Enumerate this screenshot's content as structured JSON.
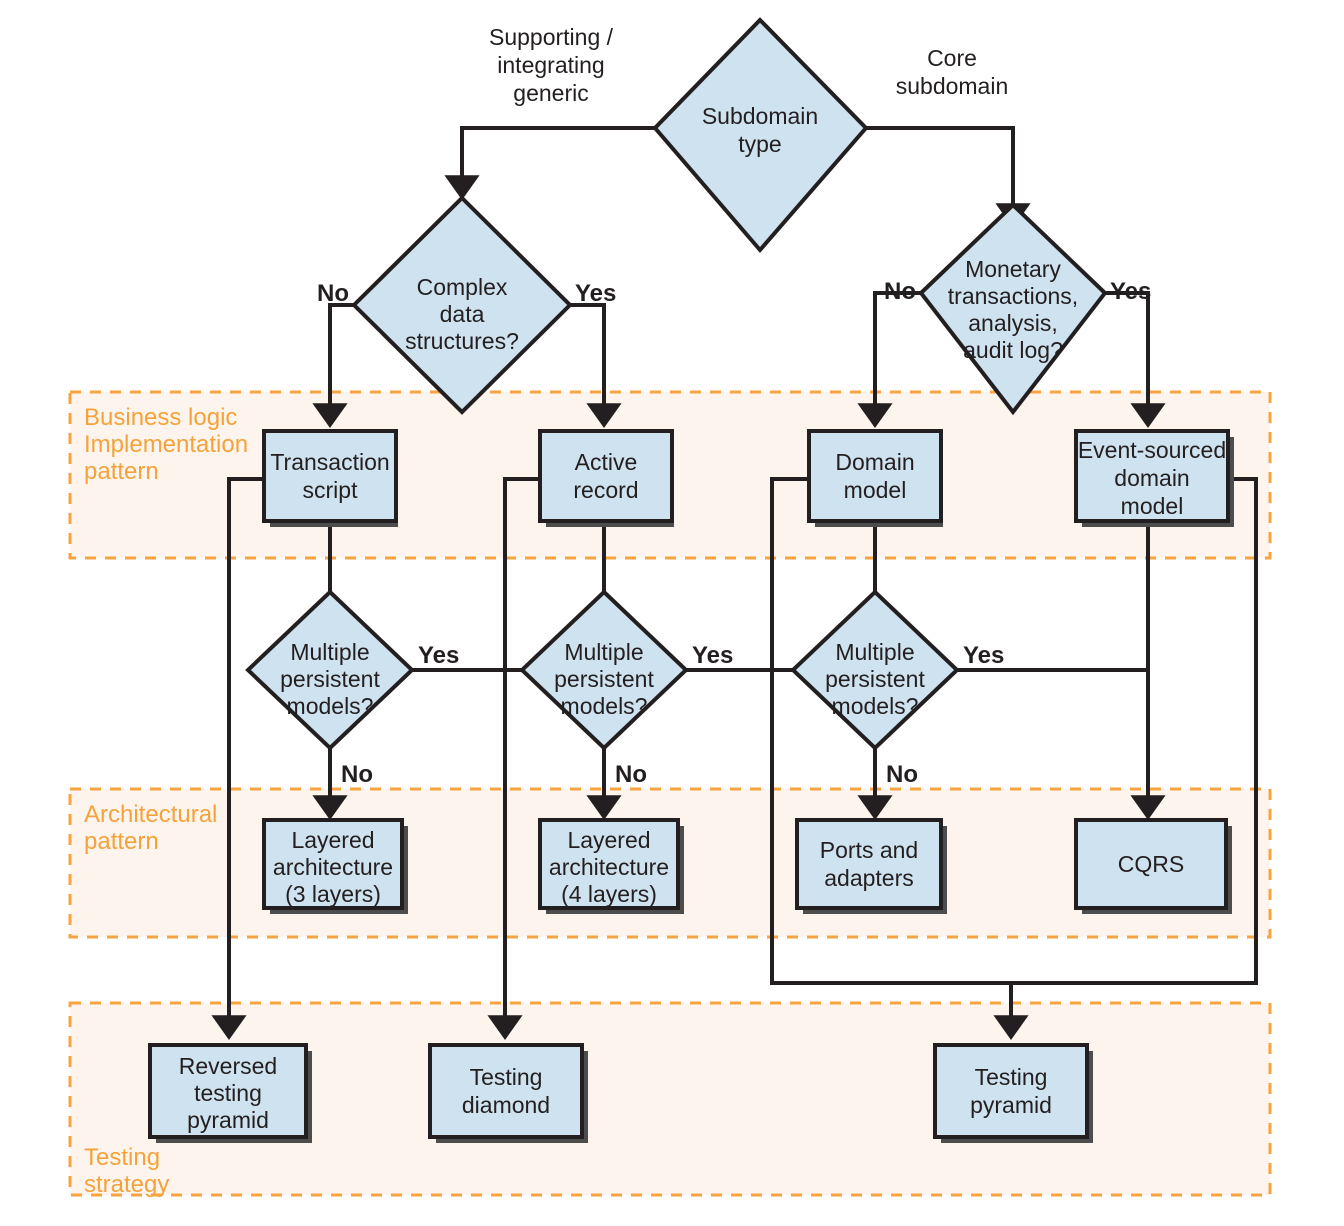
{
  "diagram": {
    "title": "Subdomain type decision flowchart",
    "colors": {
      "shape_fill": "#cfe2ef",
      "shape_stroke": "#231f20",
      "band_fill": "#fdf5ed",
      "band_stroke": "#f7a340",
      "band_label": "#f5a23a",
      "background": "#ffffff"
    },
    "bands": [
      {
        "id": "band-business-logic",
        "label": "Business logic\nImplementation\npattern",
        "label_lines": [
          "Business logic",
          "Implementation",
          "pattern"
        ]
      },
      {
        "id": "band-architectural",
        "label": "Architectural\npattern",
        "label_lines": [
          "Architectural",
          "pattern"
        ]
      },
      {
        "id": "band-testing",
        "label": "Testing\nstrategy",
        "label_lines": [
          "Testing",
          "strategy"
        ]
      }
    ],
    "decisions": [
      {
        "id": "subdomain-type",
        "lines": [
          "Subdomain",
          "type"
        ]
      },
      {
        "id": "complex-data-structures",
        "lines": [
          "Complex",
          "data",
          "structures?"
        ]
      },
      {
        "id": "monetary-transactions",
        "lines": [
          "Monetary",
          "transactions,",
          "analysis,",
          "audit log?"
        ]
      },
      {
        "id": "multiple-persistent-models-1",
        "lines": [
          "Multiple",
          "persistent",
          "models?"
        ]
      },
      {
        "id": "multiple-persistent-models-2",
        "lines": [
          "Multiple",
          "persistent",
          "models?"
        ]
      },
      {
        "id": "multiple-persistent-models-3",
        "lines": [
          "Multiple",
          "persistent",
          "models?"
        ]
      }
    ],
    "processes": [
      {
        "id": "transaction-script",
        "lines": [
          "Transaction",
          "script"
        ],
        "band": "band-business-logic"
      },
      {
        "id": "active-record",
        "lines": [
          "Active",
          "record"
        ],
        "band": "band-business-logic"
      },
      {
        "id": "domain-model",
        "lines": [
          "Domain",
          "model"
        ],
        "band": "band-business-logic"
      },
      {
        "id": "event-sourced-domain-model",
        "lines": [
          "Event-sourced",
          "domain",
          "model"
        ],
        "band": "band-business-logic"
      },
      {
        "id": "layered-architecture-3",
        "lines": [
          "Layered",
          "architecture",
          "(3 layers)"
        ],
        "band": "band-architectural"
      },
      {
        "id": "layered-architecture-4",
        "lines": [
          "Layered",
          "architecture",
          "(4 layers)"
        ],
        "band": "band-architectural"
      },
      {
        "id": "ports-and-adapters",
        "lines": [
          "Ports and",
          "adapters"
        ],
        "band": "band-architectural"
      },
      {
        "id": "cqrs",
        "lines": [
          "CQRS"
        ],
        "band": "band-architectural"
      },
      {
        "id": "reversed-testing-pyramid",
        "lines": [
          "Reversed",
          "testing",
          "pyramid"
        ],
        "band": "band-testing"
      },
      {
        "id": "testing-diamond",
        "lines": [
          "Testing",
          "diamond"
        ],
        "band": "band-testing"
      },
      {
        "id": "testing-pyramid",
        "lines": [
          "Testing",
          "pyramid"
        ],
        "band": "band-testing"
      }
    ],
    "edge_labels": {
      "supporting_generic": [
        "Supporting /",
        "integrating",
        "generic"
      ],
      "core_subdomain": [
        "Core",
        "subdomain"
      ],
      "no_1": "No",
      "yes_1": "Yes",
      "no_2": "No",
      "yes_2": "Yes",
      "yes_mp1": "Yes",
      "no_mp1": "No",
      "yes_mp2": "Yes",
      "no_mp2": "No",
      "yes_mp3": "Yes",
      "no_mp3": "No"
    }
  }
}
